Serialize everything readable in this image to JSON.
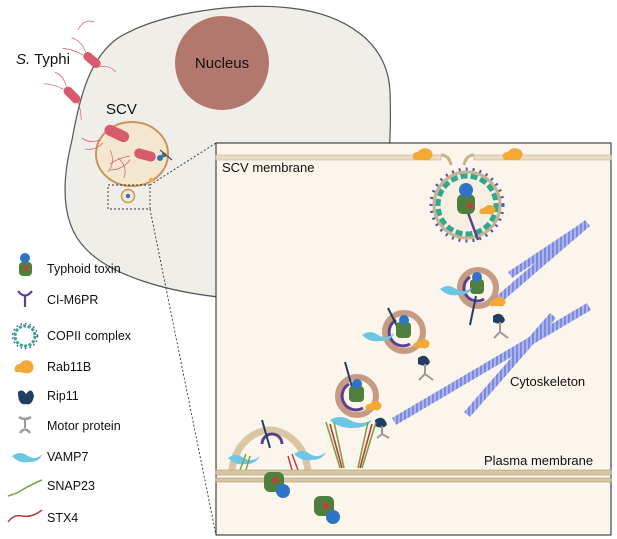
{
  "labels": {
    "pathogen_prefix": "S.",
    "pathogen_name": " Typhi",
    "scv": "SCV",
    "nucleus": "Nucleus",
    "scv_membrane": "SCV membrane",
    "cytoskeleton": "Cytoskeleton",
    "plasma_membrane": "Plasma membrane"
  },
  "legend": [
    {
      "label": "Typhoid toxin",
      "icon": "typhoid-toxin-icon"
    },
    {
      "label": "CI-M6PR",
      "icon": "ci-m6pr-icon"
    },
    {
      "label": "COPII complex",
      "icon": "copii-complex-icon"
    },
    {
      "label": "Rab11B",
      "icon": "rab11b-icon"
    },
    {
      "label": "Rip11",
      "icon": "rip11-icon"
    },
    {
      "label": "Motor protein",
      "icon": "motor-protein-icon"
    },
    {
      "label": "VAMP7",
      "icon": "vamp7-icon"
    },
    {
      "label": "SNAP23",
      "icon": "snap23-icon"
    },
    {
      "label": "STX4",
      "icon": "stx4-icon"
    }
  ],
  "colors": {
    "cell_fill": "#efeee9",
    "cell_outline": "#555555",
    "nucleus": "#b3786d",
    "scv_fill": "#f4e7cf",
    "scv_outline": "#c9955a",
    "inset_fill": "#fbf5ec",
    "membrane": "#d9c6a5",
    "toxin_green": "#4f7f3c",
    "toxin_blue": "#2f73c6",
    "toxin_red": "#c93b3b",
    "ci_m6pr": "#5e3f8e",
    "copii_green": "#2fa88f",
    "copii_blue": "#4a55b8",
    "rab11b": "#f3a933",
    "rip11": "#213f63",
    "motor": "#9a9a9a",
    "vamp7": "#6cc6e5",
    "snap23": "#7aa23f",
    "stx4": "#c2373d",
    "cytoskeleton": "#8f9ce8",
    "vesicle_ring": "#c79a83",
    "bacteria": "#d85a6d"
  }
}
